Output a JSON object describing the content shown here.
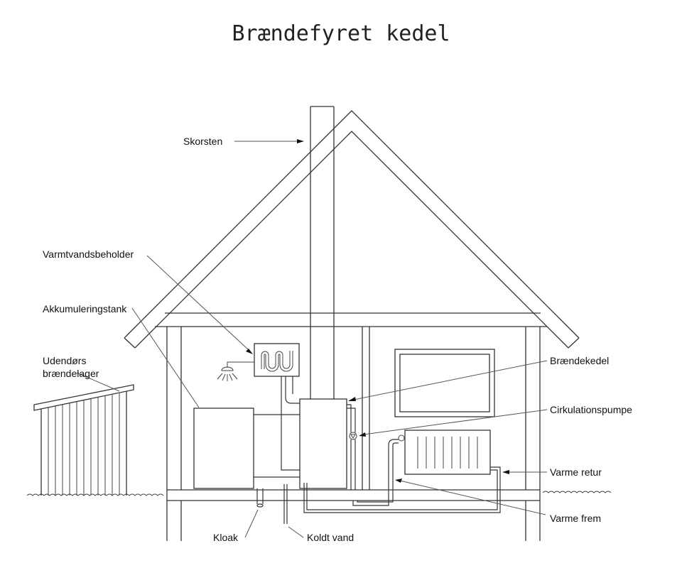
{
  "title": "Brændefyret kedel",
  "labels": {
    "skorsten": "Skorsten",
    "varmtvandsbeholder": "Varmtvandsbeholder",
    "akkumuleringstank": "Akkumuleringstank",
    "udendors_1": "Udendørs",
    "udendors_2": "brændelager",
    "braendekedel": "Brændekedel",
    "cirkulationspumpe": "Cirkulationspumpe",
    "varme_retur": "Varme retur",
    "varme_frem": "Varme frem",
    "kloak": "Kloak",
    "koldt_vand": "Koldt vand"
  }
}
